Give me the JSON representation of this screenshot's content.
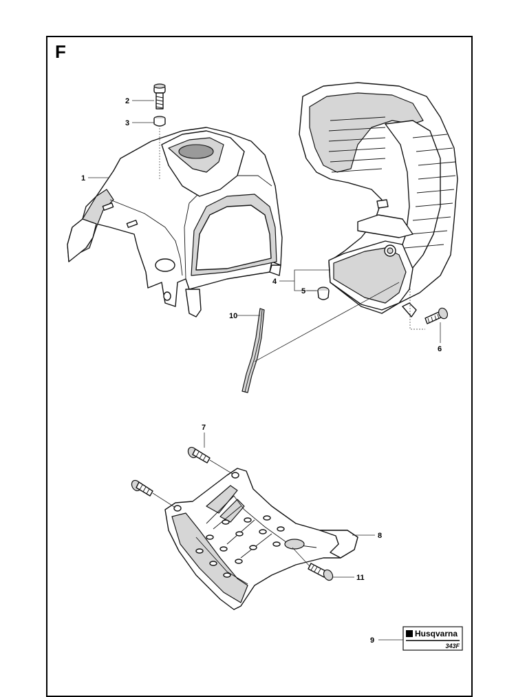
{
  "section": "F",
  "callouts": [
    {
      "id": "1",
      "text": "1"
    },
    {
      "id": "2",
      "text": "2"
    },
    {
      "id": "3",
      "text": "3"
    },
    {
      "id": "4",
      "text": "4"
    },
    {
      "id": "5",
      "text": "5"
    },
    {
      "id": "6",
      "text": "6"
    },
    {
      "id": "7",
      "text": "7"
    },
    {
      "id": "8",
      "text": "8"
    },
    {
      "id": "9",
      "text": "9"
    },
    {
      "id": "10",
      "text": "10"
    },
    {
      "id": "11",
      "text": "11"
    }
  ],
  "decal": {
    "brand": "Husqvarna",
    "model": "343F"
  }
}
